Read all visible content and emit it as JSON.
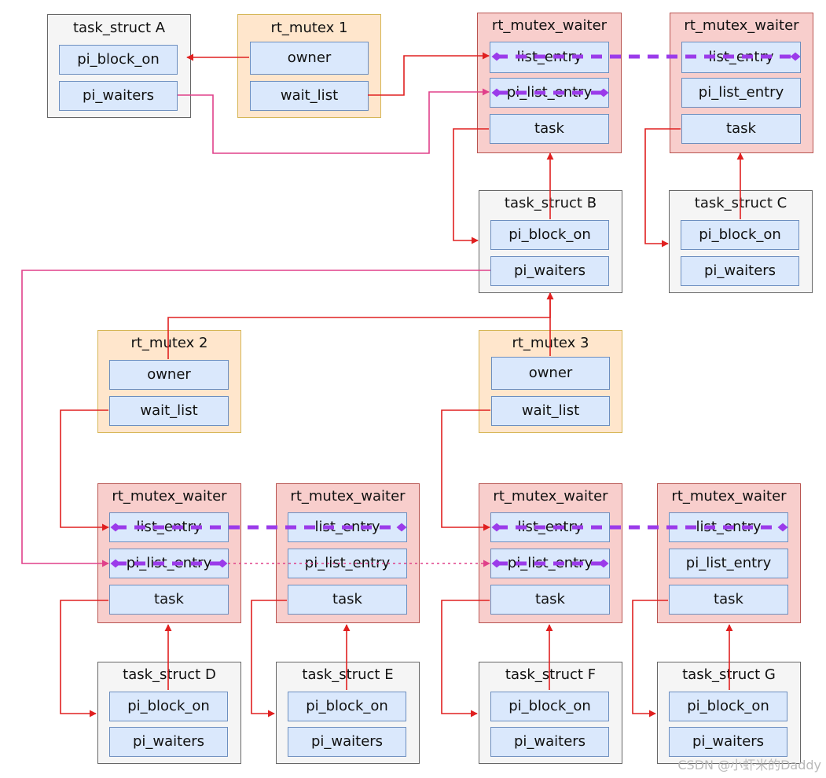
{
  "labels": {
    "task_struct_a": "task_struct A",
    "task_struct_b": "task_struct B",
    "task_struct_c": "task_struct C",
    "task_struct_d": "task_struct D",
    "task_struct_e": "task_struct E",
    "task_struct_f": "task_struct F",
    "task_struct_g": "task_struct G",
    "rt_mutex_1": "rt_mutex 1",
    "rt_mutex_2": "rt_mutex 2",
    "rt_mutex_3": "rt_mutex 3",
    "rt_mutex_waiter": "rt_mutex_waiter"
  },
  "fields": {
    "pi_block_on": "pi_block_on",
    "pi_waiters": "pi_waiters",
    "owner": "owner",
    "wait_list": "wait_list",
    "list_entry": "list_entry",
    "pi_list_entry": "pi_list_entry",
    "task": "task"
  },
  "colors": {
    "pointer_red": "#e02020",
    "pi_pink": "#e0408a",
    "link_purple": "#9b3bea",
    "task_fill": "#f5f5f5",
    "mutex_fill": "#ffe6cc",
    "waiter_fill": "#f8cecc",
    "field_fill": "#dae8fc"
  },
  "watermark": "CSDN @小虾米的Daddy"
}
